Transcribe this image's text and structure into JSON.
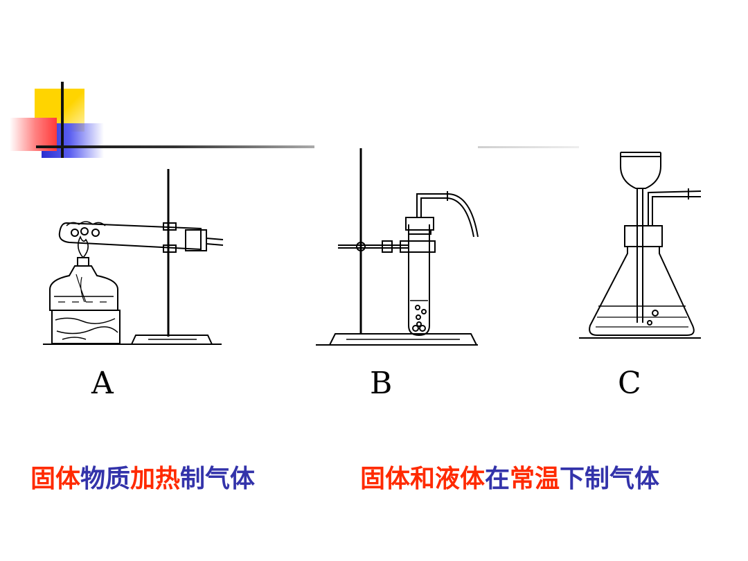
{
  "labels": {
    "a": "A",
    "b": "B",
    "c": "C"
  },
  "captions": {
    "a": [
      {
        "text": "固体",
        "color": "#ff2a00"
      },
      {
        "text": "物质",
        "color": "#3333aa"
      },
      {
        "text": "加热",
        "color": "#ff2a00"
      },
      {
        "text": "制气体",
        "color": "#3333aa"
      }
    ],
    "b": [
      {
        "text": "固体和液体",
        "color": "#ff2a00"
      },
      {
        "text": "在",
        "color": "#3333aa"
      },
      {
        "text": "常温",
        "color": "#ff2a00"
      },
      {
        "text": "下制气体",
        "color": "#3333aa"
      }
    ]
  },
  "colors": {
    "red": "#ff2a00",
    "blue": "#3333aa",
    "yellow": "#ffd400"
  }
}
